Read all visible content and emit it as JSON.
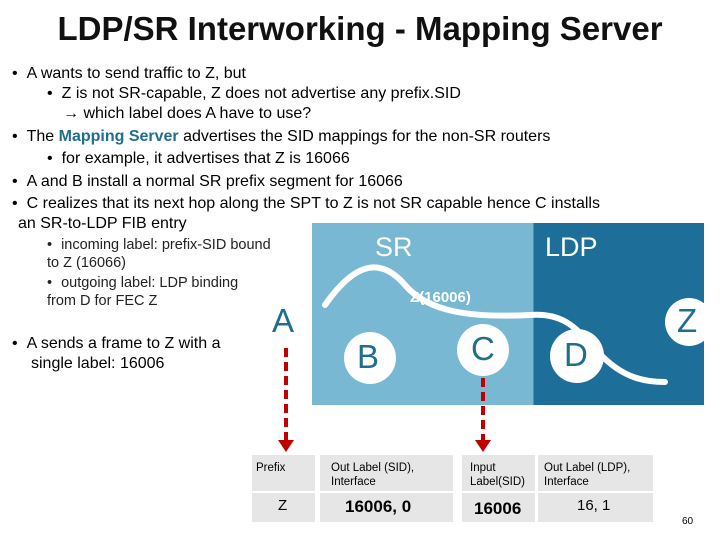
{
  "slide": {
    "title": "LDP/SR Interworking - Mapping Server",
    "page_number": "60"
  },
  "bullets": {
    "b1": "A wants to send traffic to Z, but",
    "b1a": "Z is not SR-capable, Z does not advertise any prefix.SID",
    "b1b_arrow": "→",
    "b1b": "which label does A have to use?",
    "b2_pre": "The ",
    "b2_hl": "Mapping Server",
    "b2_post": " advertises the SID mappings for the non-SR routers",
    "b2a": "for example, it advertises that Z is 16066",
    "b3": "A and B install a normal SR prefix segment for 16066",
    "b4_line1": "C realizes that its next hop along the SPT to Z is not SR capable hence C installs",
    "b4_line2": "an SR-to-LDP FIB entry",
    "b4a_line1": "incoming label: prefix-SID bound",
    "b4a_line2": "to Z (16066)",
    "b4b_line1": "outgoing label: LDP binding",
    "b4b_line2": "from D for FEC Z",
    "b5_line1": "A sends a frame to Z with a",
    "b5_line2": "single label: 16006",
    "bullet_char": "•"
  },
  "diagram": {
    "sr_domain_label": "SR",
    "ldp_domain_label": "LDP",
    "path_label": "Z(16006)",
    "nodes": {
      "a": "A",
      "b": "B",
      "c": "C",
      "d": "D",
      "z": "Z"
    },
    "colors": {
      "sr": "#78b8d2",
      "ldp": "#1d6e99",
      "node_text": "#1f6e8c",
      "arrow": "#c00000"
    }
  },
  "fib_a": {
    "header_prefix": "Prefix",
    "header_out_line1": "Out Label (SID),",
    "header_out_line2": "Interface",
    "row_prefix": "Z",
    "row_out": "16006, 0"
  },
  "fib_c": {
    "header_in_line1": "Input",
    "header_in_line2": "Label(SID)",
    "header_out_line1": "Out Label (LDP),",
    "header_out_line2": "Interface",
    "row_in": "16006",
    "row_out": "16, 1"
  }
}
